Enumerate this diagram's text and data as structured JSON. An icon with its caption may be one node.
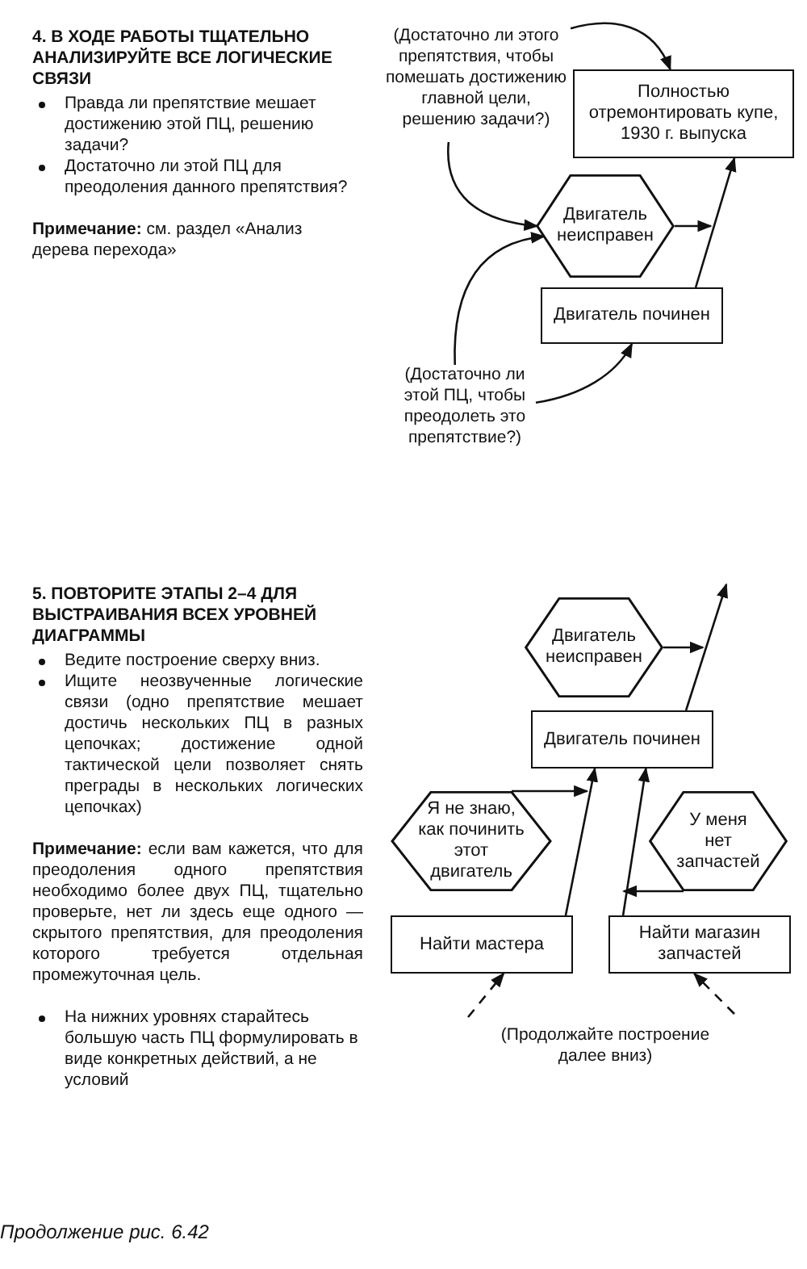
{
  "diagram": {
    "caption": "Продолжение рис. 6.42",
    "nodes": [
      {
        "text": [
          "(Достаточно ли этого препятствия, чтобы помешать достижению главной цели, решению задачи?)"
        ]
      },
      {
        "text": [
          "Полностью отремонтировать купе, 1930 г. выпуска"
        ]
      },
      {
        "text": [
          "Двигатель неисправен"
        ]
      },
      {
        "text": [
          "Двигатель починен"
        ]
      },
      {
        "text": [
          "(Достаточно ли этой ПЦ, чтобы преодолеть это препятствие?)"
        ]
      },
      {
        "text": [
          "Двигатель неисправен"
        ]
      },
      {
        "text": [
          "Двигатель починен"
        ]
      },
      {
        "text": [
          "Я не знаю, как починить этот двигатель"
        ]
      },
      {
        "text": [
          "У меня нет запчастей"
        ]
      },
      {
        "text": [
          "Найти мастера"
        ]
      },
      {
        "text": [
          "Найти магазин запчастей"
        ]
      }
    ],
    "edges": [
      {
        "from": 3,
        "to": 1,
        "arrow": "to"
      },
      {
        "from": 2,
        "to": 1,
        "arrow": "to"
      },
      {
        "from": 0,
        "to": 1,
        "arrow": "to"
      },
      {
        "from": 0,
        "to": 2,
        "arrow": "to"
      },
      {
        "from": 4,
        "to": 2,
        "arrow": "to"
      },
      {
        "from": 4,
        "to": 3,
        "arrow": "to"
      },
      {
        "from": 6,
        "to": null,
        "arrow": "to"
      },
      {
        "from": 5,
        "to": null,
        "arrow": "to"
      },
      {
        "from": 9,
        "to": 6,
        "arrow": "to"
      },
      {
        "from": 7,
        "to": 6,
        "arrow": "to"
      },
      {
        "from": 10,
        "to": 6,
        "arrow": "to"
      },
      {
        "from": 8,
        "to": 6,
        "arrow": "to"
      },
      {
        "from": null,
        "to": 9,
        "arrow": "to",
        "style": "dashed"
      },
      {
        "from": null,
        "to": 10,
        "arrow": "to",
        "style": "dashed"
      }
    ],
    "labels": [
      "4. В ХОДЕ РАБОТЫ ТЩАТЕЛЬНО АНАЛИЗИРУЙТЕ ВСЕ ЛОГИЧЕСКИЕ СВЯЗИ",
      "Правда ли препятствие мешает достижению этой ПЦ, решению задачи?",
      "Достаточно ли этой ПЦ для преодоления данного препятствия?",
      "**Примечание:** см. раздел «Анализ дерева перехода»",
      "5. ПОВТОРИТЕ ЭТАПЫ 2–4 ДЛЯ ВЫСТРАИВАНИЯ ВСЕХ УРОВНЕЙ ДИАГРАММЫ",
      "Ведите построение сверху вниз.",
      "Ищите неозвученные логические связи (одно препятствие мешает достичь нескольких ПЦ в разных цепочках; достижение одной тактической цели позволяет снять преграды в нескольких логических цепочках)",
      "**Примечание:** если вам кажется, что для преодоления одного препятствия необходимо более двух ПЦ, тщательно проверьте, нет ли здесь еще одного — скрытого препятствия, для преодоления которого требуется отдельная промежуточная цель.",
      "На нижних уровнях старайтесь большую часть ПЦ формулировать в виде конкретных действий, а не условий",
      "(Продолжайте построение далее вниз)"
    ]
  }
}
